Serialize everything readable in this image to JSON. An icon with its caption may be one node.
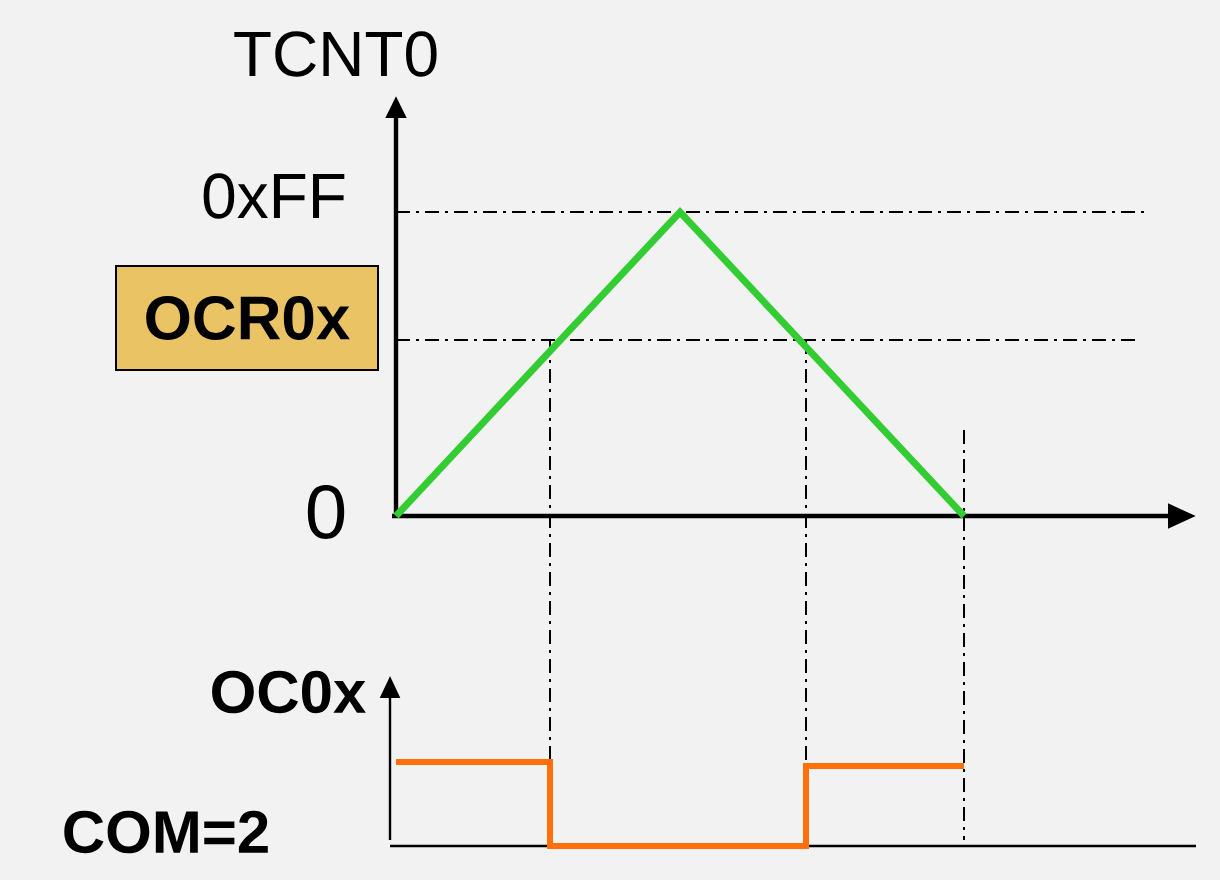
{
  "diagram": {
    "nodes": [
      {
        "text": [
          "OCR0x"
        ]
      }
    ],
    "labels": [
      "TCNT0",
      "0xFF",
      "0",
      "OC0x",
      "COM=2"
    ]
  }
}
